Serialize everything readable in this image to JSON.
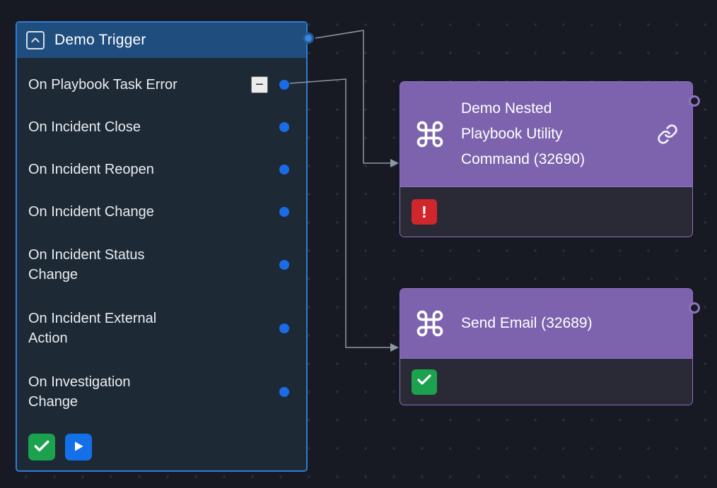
{
  "canvas": {
    "background": "#171a22",
    "grid_dot_color": "#2b303c",
    "wire_color": "#8d97a6"
  },
  "trigger_panel": {
    "title": "Demo Trigger",
    "collapse_icon": "chevron-up-icon",
    "border_color": "#2f7cd4",
    "header_color": "#1f4d7d",
    "body_color": "#1d2935",
    "port_color": "#1a6ce6",
    "events": [
      {
        "label": "On Playbook Task Error",
        "has_remove_button": true,
        "remove_glyph": "−"
      },
      {
        "label": "On Incident Close"
      },
      {
        "label": "On Incident Reopen"
      },
      {
        "label": "On Incident Change"
      },
      {
        "label": "On Incident Status\nChange"
      },
      {
        "label": "On Incident External\nAction"
      },
      {
        "label": "On Investigation\nChange"
      }
    ],
    "footer_buttons": [
      {
        "name": "success-button",
        "icon": "check-icon",
        "color": "#1ca24f"
      },
      {
        "name": "play-button",
        "icon": "play-icon",
        "color": "#1470e8"
      }
    ]
  },
  "nodes": [
    {
      "title": "Demo Nested\nPlaybook Utility\nCommand (32690)",
      "icon": "command-icon",
      "link_icon": "link-icon",
      "status": "error",
      "status_glyph": "!",
      "header_color": "#7d63ae",
      "badge_color": "#d2262d"
    },
    {
      "title": "Send Email (32689)",
      "icon": "command-icon",
      "status": "success",
      "header_color": "#7d63ae",
      "badge_color": "#1ca24f"
    }
  ]
}
